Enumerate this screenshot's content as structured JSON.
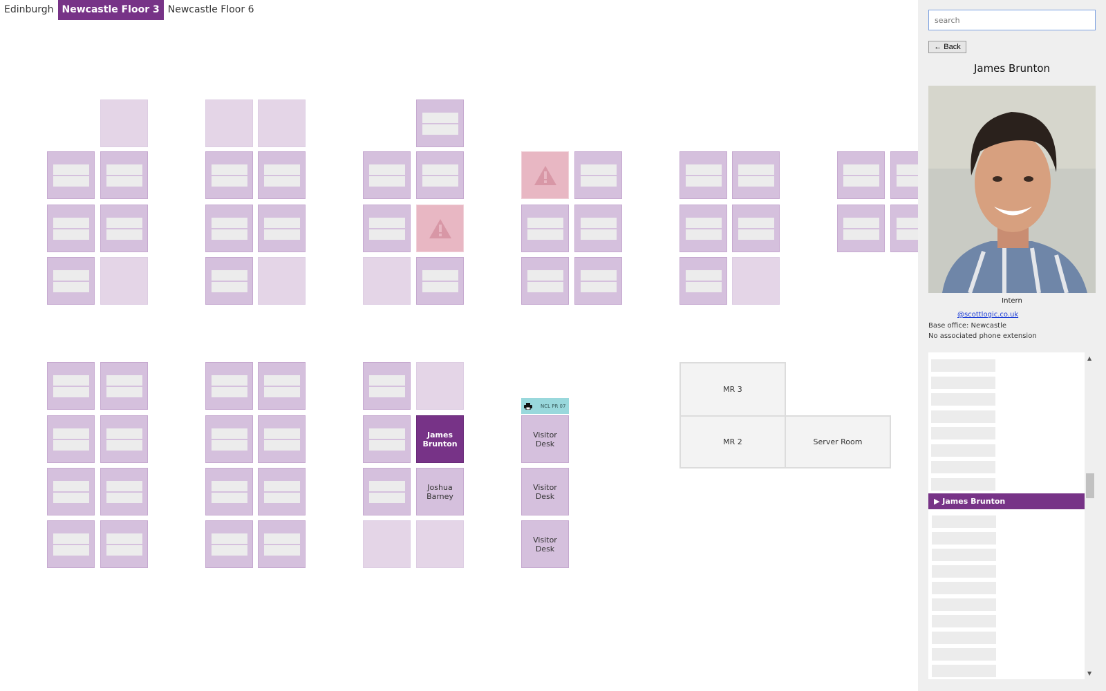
{
  "tabs": [
    {
      "label": "Edinburgh",
      "active": false
    },
    {
      "label": "Newcastle Floor 3",
      "active": true
    },
    {
      "label": "Newcastle Floor 6",
      "active": false
    }
  ],
  "floor": {
    "top_rows": [
      [
        "none",
        "empty",
        "empty",
        "empty",
        "none",
        "occupied",
        "none",
        "none",
        "none",
        "none",
        "none",
        "none"
      ],
      [
        "occupied",
        "occupied",
        "occupied",
        "occupied",
        "occupied",
        "occupied",
        "warning",
        "occupied",
        "occupied",
        "occupied",
        "occupied",
        "occupied"
      ],
      [
        "occupied",
        "occupied",
        "occupied",
        "occupied",
        "occupied",
        "warning",
        "occupied",
        "occupied",
        "occupied",
        "occupied",
        "occupied",
        "occupied"
      ],
      [
        "occupied",
        "empty",
        "occupied",
        "empty",
        "empty",
        "occupied",
        "occupied",
        "occupied",
        "occupied",
        "empty",
        "none",
        "none"
      ]
    ],
    "bottom_rows": [
      [
        "occupied",
        "occupied",
        "occupied",
        "occupied",
        "occupied",
        "empty",
        "none"
      ],
      [
        "occupied",
        "occupied",
        "occupied",
        "occupied",
        "occupied",
        "selected",
        "visitor"
      ],
      [
        "occupied",
        "occupied",
        "occupied",
        "occupied",
        "occupied",
        "named",
        "visitor"
      ],
      [
        "occupied",
        "occupied",
        "occupied",
        "occupied",
        "empty",
        "empty",
        "visitor"
      ]
    ],
    "selected_desk": "James Brunton",
    "named_desk": "Joshua Barney",
    "visitor_label": "Visitor Desk",
    "printer": {
      "label": "NCL PR 07",
      "icon": "printer-icon",
      "color": "#99d8dc"
    },
    "rooms": {
      "mr3": "MR 3",
      "mr2": "MR 2",
      "server": "Server Room"
    }
  },
  "sidebar": {
    "search_placeholder": "search",
    "back_label": "← Back",
    "person": {
      "name": "James Brunton",
      "role": "Intern",
      "email": "@scottlogic.co.uk",
      "base_office": "Base office: Newcastle",
      "phone": "No associated phone extension"
    },
    "list_selected": "▶ James Brunton",
    "list_placeholders_before": 8,
    "list_placeholders_after": 10
  },
  "colors": {
    "accent": "#773387",
    "desk": "#d5c0dd",
    "desk_empty": "#e4d5e7",
    "warning": "#e8b7c3"
  }
}
